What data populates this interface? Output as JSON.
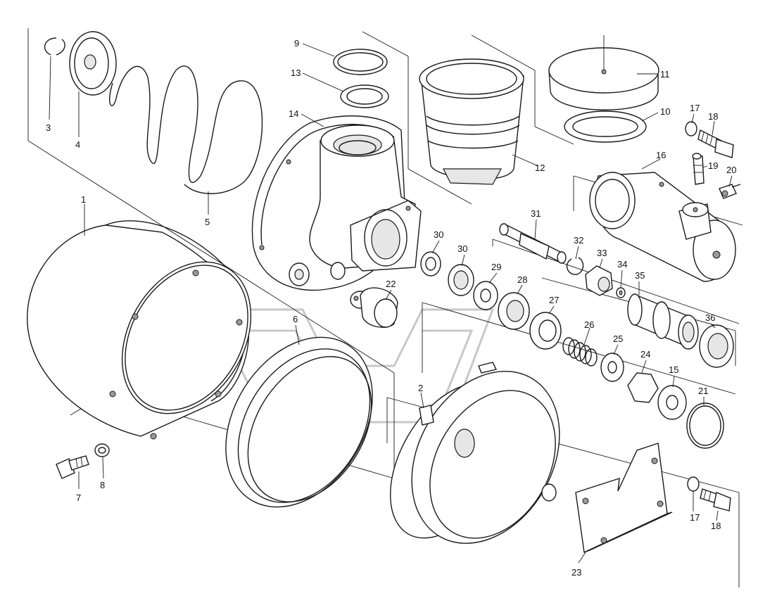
{
  "labels": {
    "l1": "1",
    "l2": "2",
    "l3": "3",
    "l4": "4",
    "l5": "5",
    "l6": "6",
    "l7": "7",
    "l8": "8",
    "l9": "9",
    "l10": "10",
    "l11": "11",
    "l12": "12",
    "l13": "13",
    "l14": "14",
    "l15": "15",
    "l16": "16",
    "l17a": "17",
    "l17b": "17",
    "l18a": "18",
    "l18b": "18",
    "l19": "19",
    "l20": "20",
    "l21": "21",
    "l22": "22",
    "l23": "23",
    "l24": "24",
    "l25": "25",
    "l26": "26",
    "l27": "27",
    "l28": "28",
    "l29": "29",
    "l30a": "30",
    "l30b": "30",
    "l31": "31",
    "l32": "32",
    "l33": "33",
    "l34": "34",
    "l35": "35",
    "l36": "36"
  }
}
